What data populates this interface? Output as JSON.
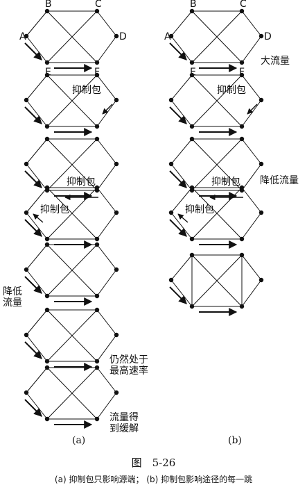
{
  "node_labels": [
    "A",
    "B",
    "C",
    "D",
    "E",
    "F"
  ],
  "columns": {
    "a": {
      "label": "(a)",
      "panels": [
        {
          "pkt_label": "",
          "pkt_pos": null,
          "side_note": ""
        },
        {
          "pkt_label": "抑制包",
          "pkt_pos": "right",
          "side_note": ""
        },
        {
          "pkt_label": "抑制包",
          "pkt_pos": "bottom",
          "side_note": ""
        },
        {
          "pkt_label": "抑制包",
          "pkt_pos": "left",
          "side_note": ""
        },
        {
          "pkt_label": "",
          "pkt_pos": null,
          "side_note": "降低\n流量"
        },
        {
          "pkt_label": "",
          "pkt_pos": null,
          "side_note": "仍然处于\n最高速率"
        },
        {
          "pkt_label": "",
          "pkt_pos": null,
          "side_note": "流量得\n到缓解"
        }
      ]
    },
    "b": {
      "label": "(b)",
      "panels": [
        {
          "pkt_label": "",
          "pkt_pos": null,
          "side_note": "大流量"
        },
        {
          "pkt_label": "抑制包",
          "pkt_pos": "right",
          "side_note": ""
        },
        {
          "pkt_label": "抑制包",
          "pkt_pos": "bottom",
          "side_note": "降低流量"
        },
        {
          "pkt_label": "抑制包",
          "pkt_pos": "left",
          "side_note": ""
        },
        {
          "pkt_label": "",
          "pkt_pos": null,
          "side_note": ""
        }
      ]
    }
  },
  "figure": {
    "title": "图　5-26",
    "caption": "(a) 抑制包只影响源端； (b) 抑制包影响途径的每一跳"
  },
  "colors": {
    "ink": "#111111"
  }
}
